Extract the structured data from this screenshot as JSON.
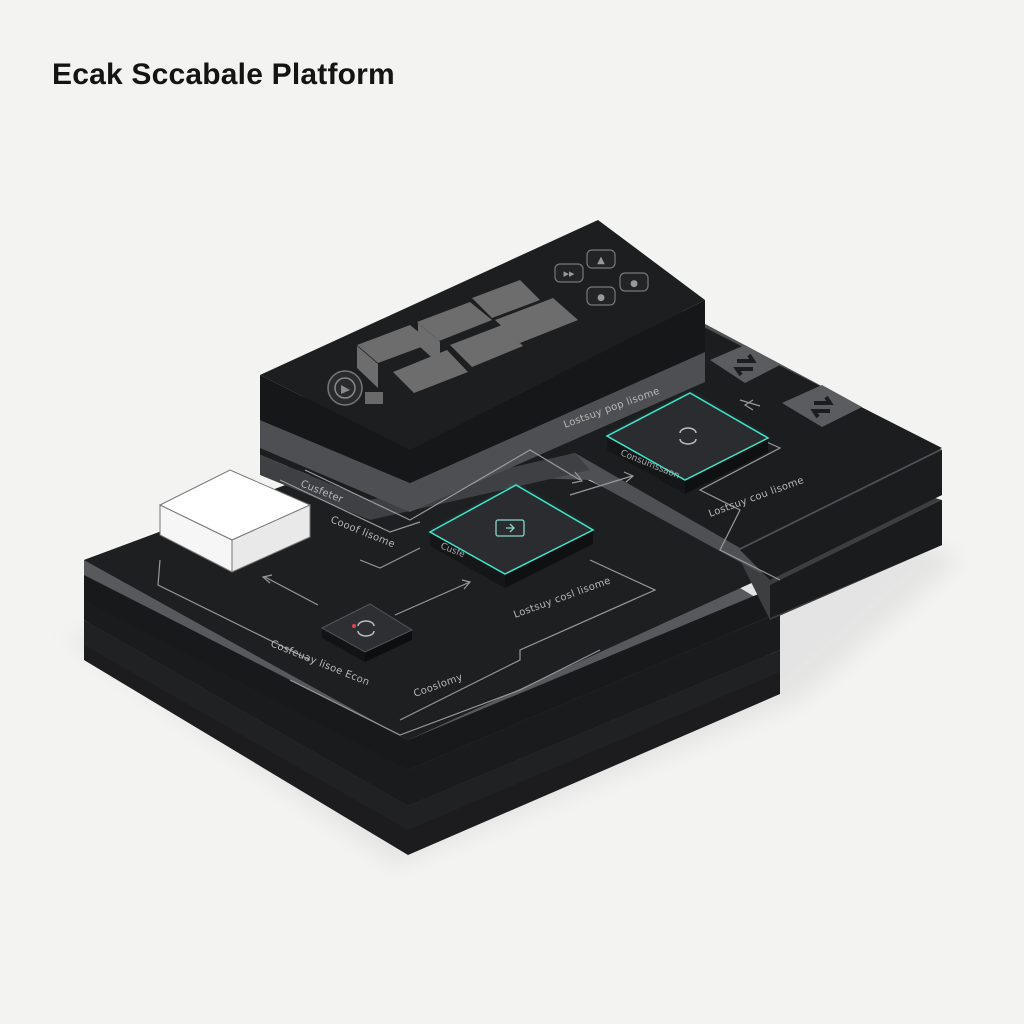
{
  "title": "Ecak Sccabale Platform",
  "labels": {
    "top_right_label": "Lostsuy pop lisome",
    "right_node_label": "Lostsuy cou lisome",
    "right_node_inner": "Consumssaon",
    "left_small_1": "Cusfeter",
    "left_small_2": "Cooof lisome",
    "middle_node_inner": "Cusfe",
    "middle_node_label": "Lostsuy cosl lisome",
    "bottom_node_label": "Cosfeuay lisoe Econ",
    "bottom_right_label": "Cooslomy"
  },
  "colors": {
    "background": "#f3f3f2",
    "slab": "#1b1c1e",
    "slab_edge": "#5c5d60",
    "accent": "#35e0c8",
    "warning": "#e04545"
  },
  "icons": [
    "logo-icon",
    "fast-forward-icon",
    "eject-icon",
    "play-icon",
    "chevron-icon",
    "refresh-icon",
    "swap-icon"
  ]
}
